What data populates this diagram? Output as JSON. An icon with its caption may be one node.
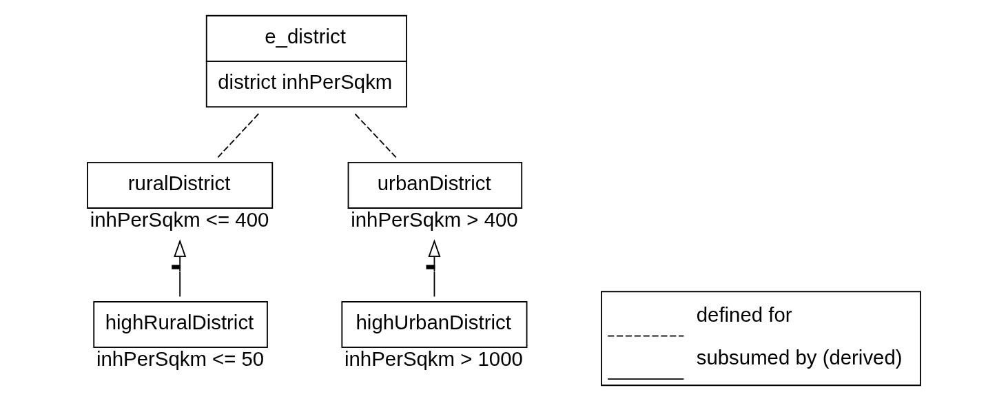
{
  "diagram": {
    "nodes": [
      {
        "text": [
          "e_district",
          "district inhPerSqkm"
        ]
      },
      {
        "text": [
          "ruralDistrict"
        ],
        "beside": [
          "inhPerSqkm <= 400"
        ]
      },
      {
        "text": [
          "urbanDistrict"
        ],
        "beside": [
          "inhPerSqkm > 400"
        ]
      },
      {
        "text": [
          "highRuralDistrict"
        ],
        "beside": [
          "inhPerSqkm <= 50"
        ]
      },
      {
        "text": [
          "highUrbanDistrict"
        ],
        "beside": [
          "inhPerSqkm > 1000"
        ]
      }
    ],
    "edges": [
      {
        "from": 1,
        "to": 0,
        "arrow": "none",
        "style": "dashed"
      },
      {
        "from": 2,
        "to": 0,
        "arrow": "none",
        "style": "dashed"
      },
      {
        "from": 3,
        "to": 1,
        "arrow": "to"
      },
      {
        "from": 4,
        "to": 2,
        "arrow": "to"
      }
    ],
    "legend": [
      {
        "text": "defined for"
      },
      {
        "text": "subsumed by (derived)"
      }
    ]
  }
}
